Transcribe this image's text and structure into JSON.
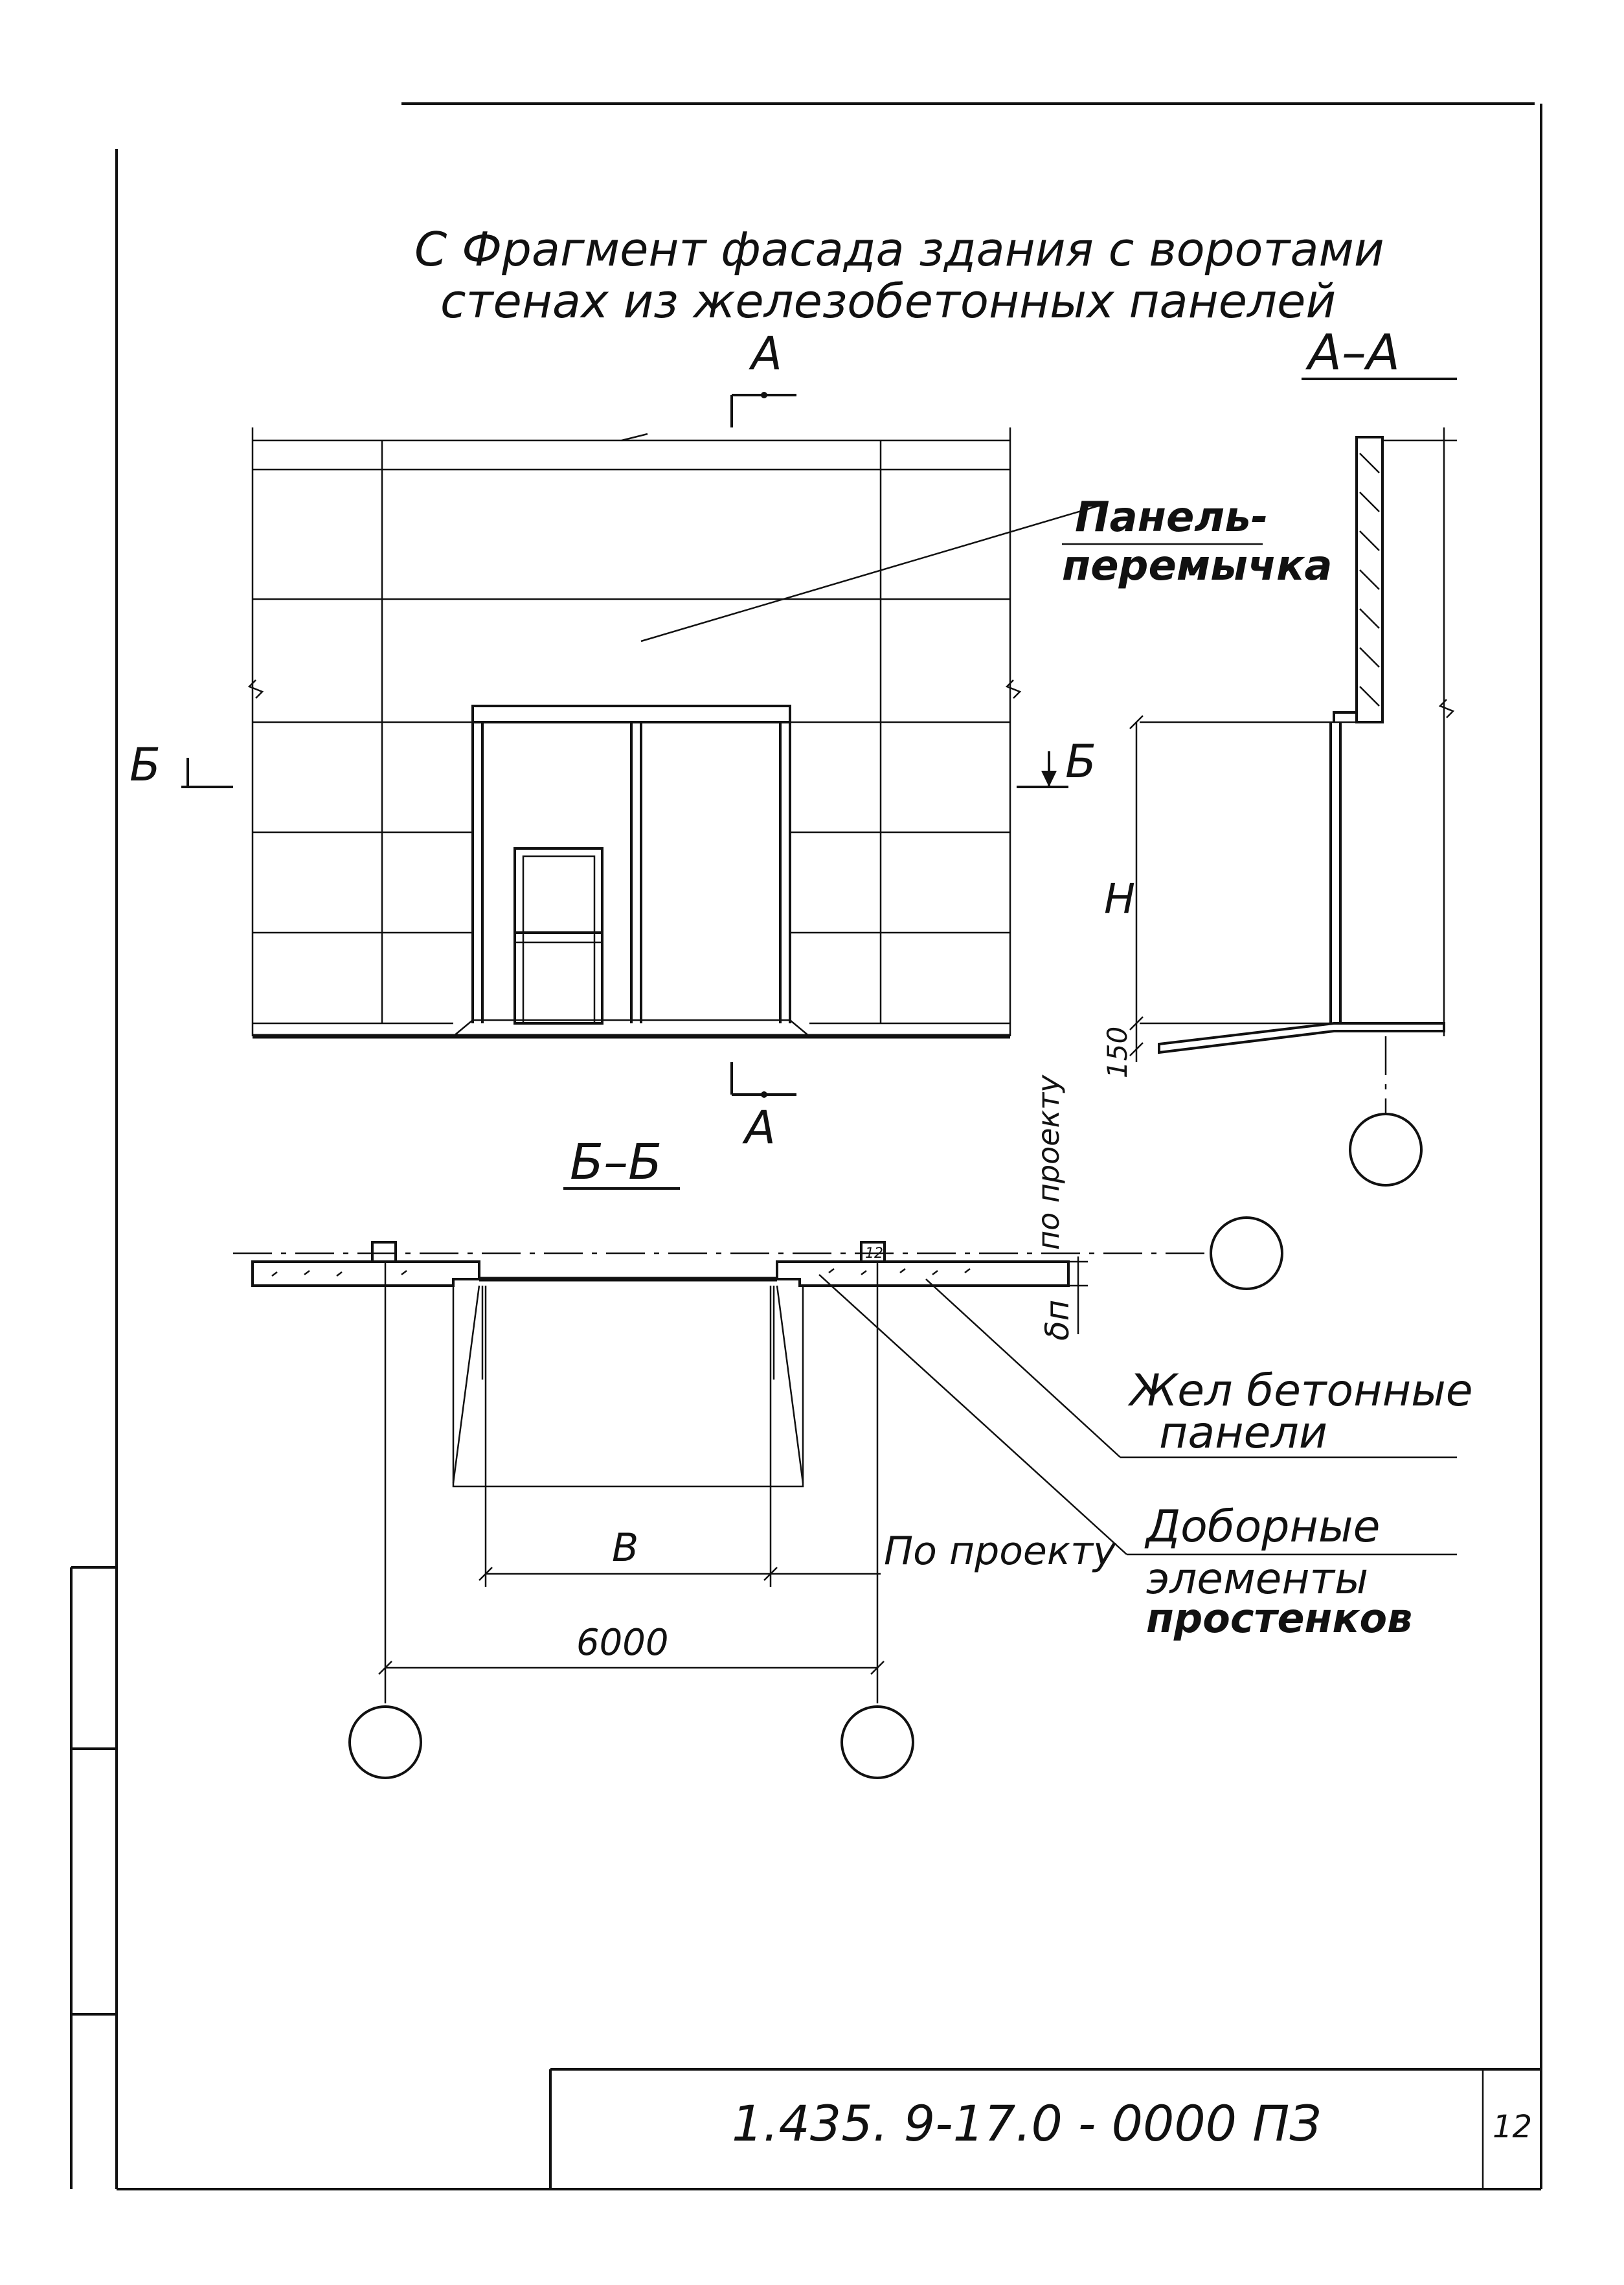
{
  "title": {
    "line1": "С  Фрагмент фасада здания с воротами",
    "line2": "стенах из железобетонных панелей"
  },
  "sections": {
    "aa": "А–А",
    "bb": "Б–Б",
    "mark_a": "А",
    "mark_b": "Б"
  },
  "labels": {
    "panel_lintel_1": "Панель-",
    "panel_lintel_2": "перемычка",
    "rc_panels_1": "Жел бетонные",
    "rc_panels_2": "панели",
    "add_elements_1": "Доборные",
    "add_elements_2": "элементы",
    "add_elements_3": "простенков",
    "per_project": "По проекту",
    "per_project_vertical": "по проекту"
  },
  "dimensions": {
    "height": "Н",
    "sill": "150",
    "width": "В",
    "span": "6000",
    "thickness": "δп",
    "panel_tag": "12"
  },
  "stamp": {
    "code": "1.435. 9-17.0 - 0000 ПЗ",
    "page": "12"
  }
}
